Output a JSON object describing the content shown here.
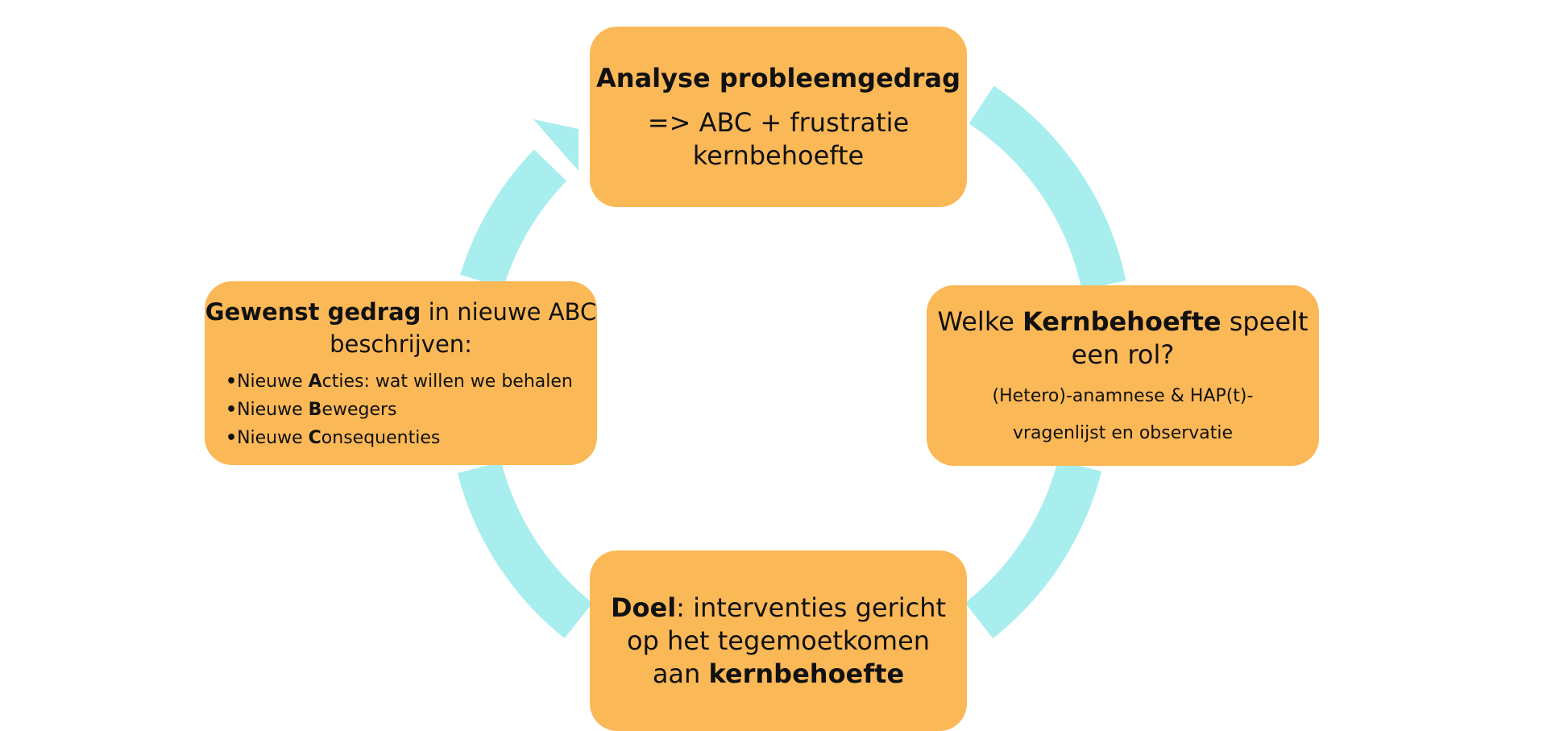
{
  "diagram": {
    "arrow_color": "#a8eeee",
    "box_color": "#fbb857",
    "nodes": {
      "top": {
        "title": "Analyse probleemgedrag",
        "line1": "=> ABC + frustratie",
        "line2": "kernbehoefte"
      },
      "right": {
        "pre": "Welke ",
        "bold": "Kernbehoefte",
        "post": " speelt",
        "line2": "een rol?",
        "sub1": "(Hetero)-anamnese & HAP(t)-",
        "sub2": "vragenlijst en observatie"
      },
      "bottom": {
        "bold1": "Doel",
        "line1_rest": ": interventies gericht",
        "line2": "op het tegemoetkomen",
        "line3_pre": "aan ",
        "bold2": "kernbehoefte"
      },
      "left": {
        "bold": "Gewenst gedrag",
        "rest": " in nieuwe ABC",
        "line2": "beschrijven:",
        "bullet_char": "•",
        "items": [
          {
            "pre": "Nieuwe ",
            "letter": "A",
            "post": "cties: wat willen we behalen"
          },
          {
            "pre": "Nieuwe ",
            "letter": "B",
            "post": "ewegers"
          },
          {
            "pre": "Nieuwe ",
            "letter": "C",
            "post": "onsequenties"
          }
        ]
      }
    }
  }
}
